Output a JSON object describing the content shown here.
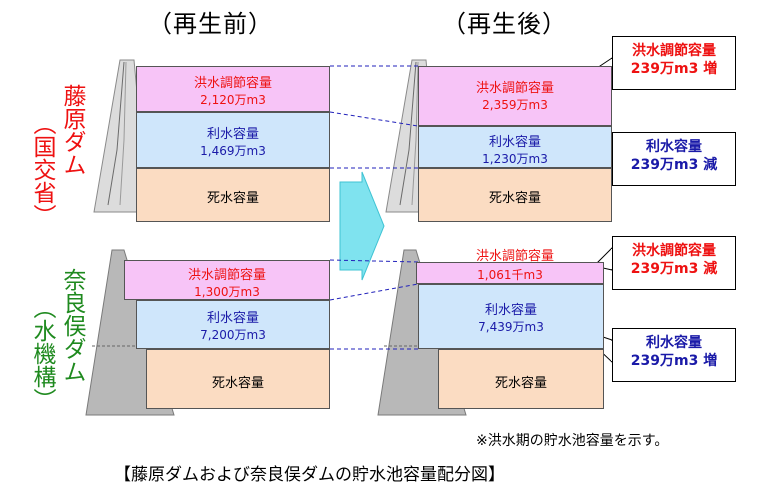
{
  "headers": {
    "before": "（再生前）",
    "after": "（再生後）"
  },
  "dams": [
    {
      "name": "藤原ダム",
      "agency": "（国交省）",
      "before": {
        "flood": {
          "label": "洪水調節容量",
          "value": "2,120万m3"
        },
        "use": {
          "label": "利水容量",
          "value": "1,469万m3"
        },
        "dead": {
          "label": "死水容量"
        }
      },
      "after": {
        "flood": {
          "label": "洪水調節容量",
          "value": "2,359万m3"
        },
        "use": {
          "label": "利水容量",
          "value": "1,230万m3"
        },
        "dead": {
          "label": "死水容量"
        }
      },
      "callouts": [
        {
          "title": "洪水調節容量",
          "value": "239万m3 増"
        },
        {
          "title": "利水容量",
          "value": "239万m3 減"
        }
      ]
    },
    {
      "name": "奈良俣ダム",
      "agency": "（水機構）",
      "before": {
        "flood": {
          "label": "洪水調節容量",
          "value": "1,300万m3"
        },
        "use": {
          "label": "利水容量",
          "value": "7,200万m3"
        },
        "dead": {
          "label": "死水容量"
        }
      },
      "after": {
        "flood": {
          "label": "洪水調節容量",
          "value": "1,061千m3"
        },
        "use": {
          "label": "利水容量",
          "value": "7,439万m3"
        },
        "dead": {
          "label": "死水容量"
        }
      },
      "callouts": [
        {
          "title": "洪水調節容量",
          "value": "239万m3 減"
        },
        {
          "title": "利水容量",
          "value": "239万m3 増"
        }
      ]
    }
  ],
  "note": "※洪水期の貯水池容量を示す。",
  "caption": "【藤原ダムおよび奈良俣ダムの貯水池容量配分図】",
  "colors": {
    "flood": "#f7c4f7",
    "use": "#cfe6fb",
    "dead": "#fbdcc2",
    "red_text": "#ee1111",
    "blue_text": "#1a1aa8",
    "green_text": "#1f8a1f",
    "arrow": "#7fe3ef"
  }
}
